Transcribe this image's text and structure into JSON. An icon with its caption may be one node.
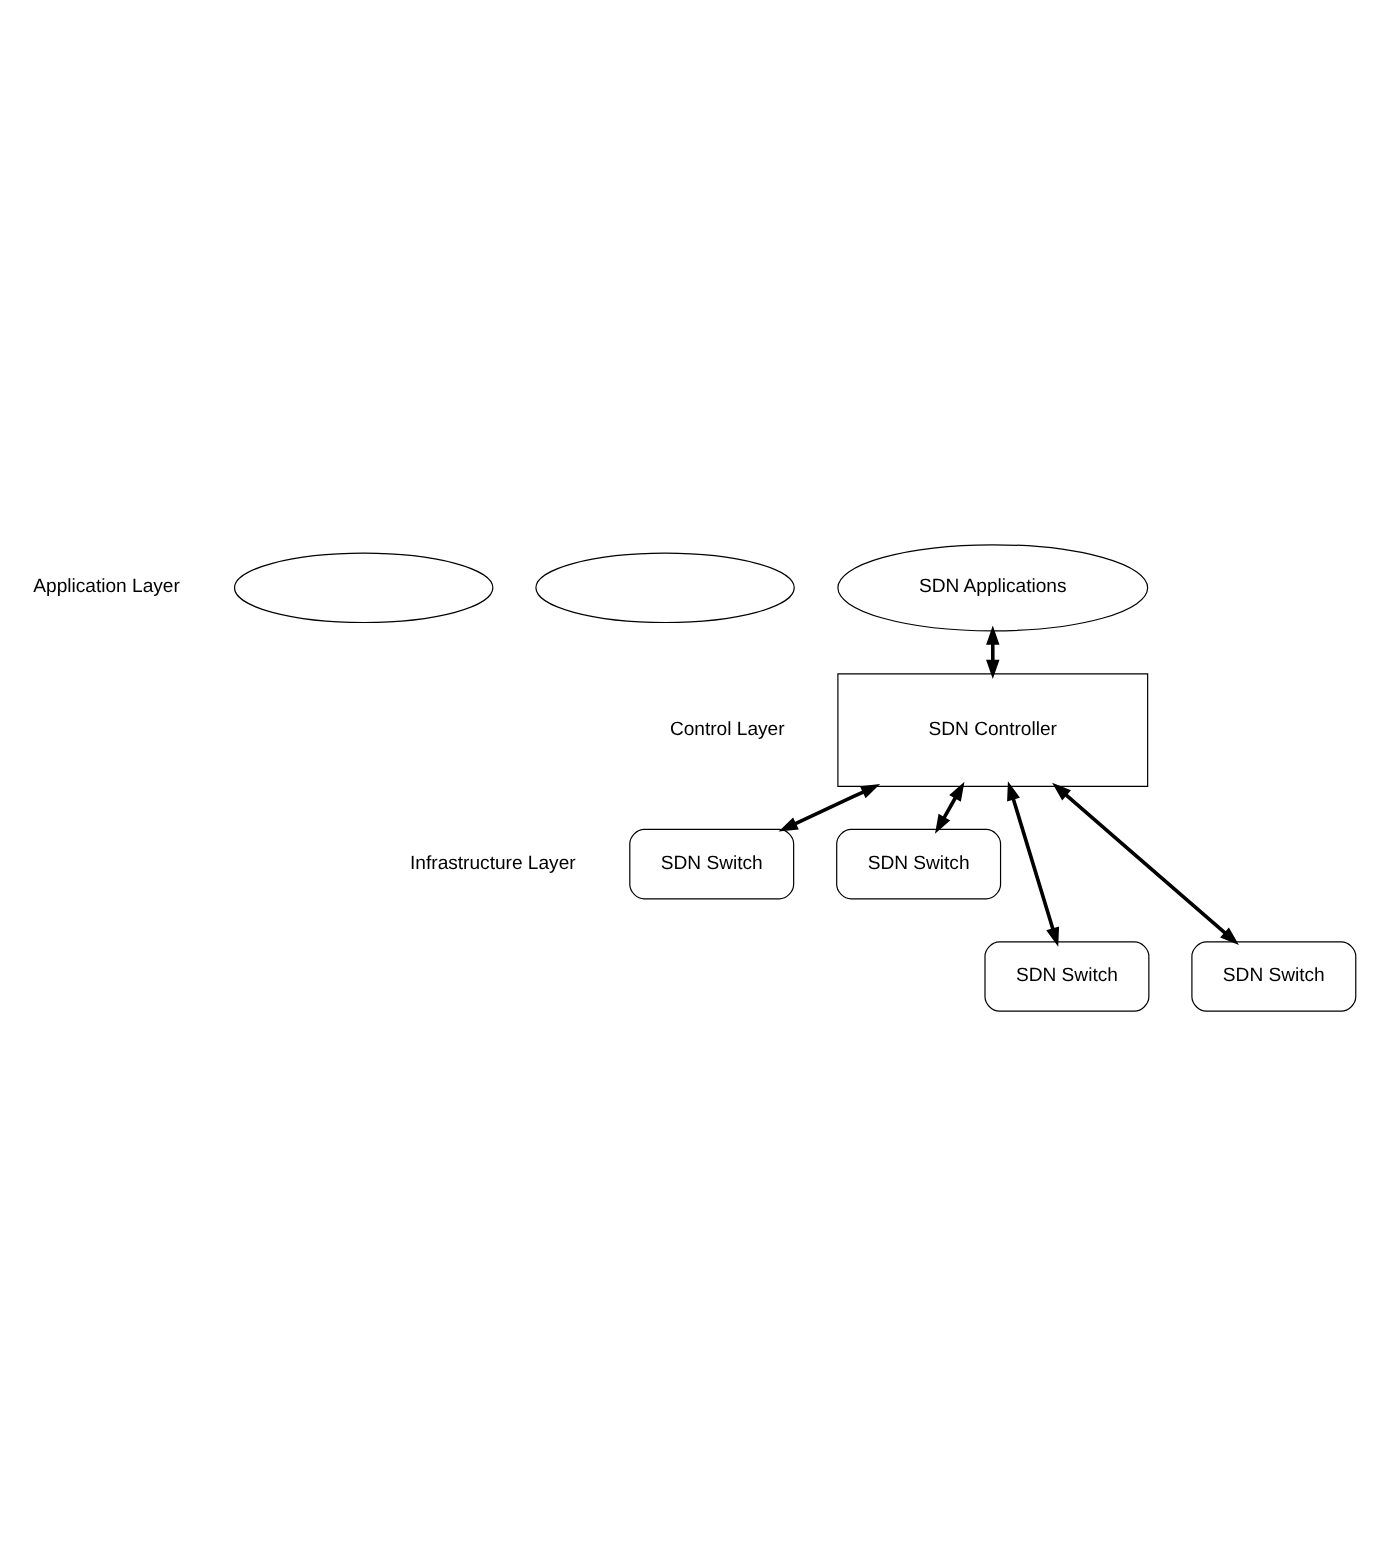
{
  "diagram": {
    "nodes": [
      {
        "text": [],
        "shape": "ellipse"
      },
      {
        "text": [],
        "shape": "ellipse"
      },
      {
        "text": [
          "SDN Applications"
        ]
      },
      {
        "text": [
          "SDN Controller"
        ]
      },
      {
        "text": [
          "SDN Switch"
        ]
      },
      {
        "text": [
          "SDN Switch"
        ]
      },
      {
        "text": [
          "SDN Switch"
        ]
      },
      {
        "text": [
          "SDN Switch"
        ]
      }
    ],
    "edges": [
      {
        "from": 2,
        "to": 3,
        "arrow": "both"
      },
      {
        "from": 3,
        "to": 4,
        "arrow": "both"
      },
      {
        "from": 3,
        "to": 6,
        "arrow": "both"
      },
      {
        "from": 3,
        "to": 5,
        "arrow": "both"
      },
      {
        "from": 3,
        "to": 7,
        "arrow": "both"
      }
    ],
    "labels": [
      "Application Layer",
      "Control Layer",
      "Infrastructure Layer"
    ]
  }
}
